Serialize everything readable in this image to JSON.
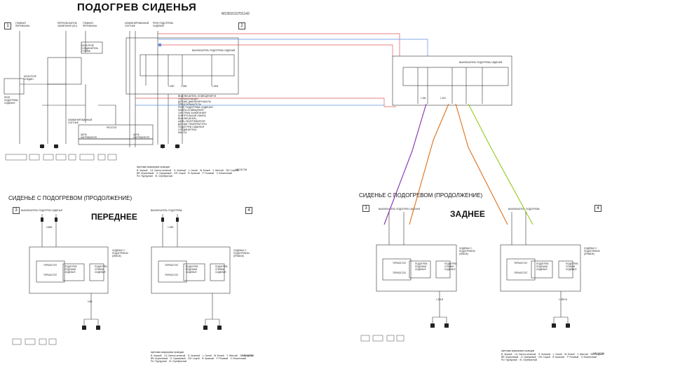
{
  "title": "ПОДОГРЕВ СИДЕНЬЯ",
  "doc_id": "M1901010701142",
  "page_numbers": [
    "1",
    "2",
    "3",
    "4",
    "3",
    "4"
  ],
  "section_left": "СИДЕНЬЕ С ПОДОГРЕВОМ (ПРОДОЛЖЕНИЕ)",
  "section_right": "СИДЕНЬЕ С ПОДОГРЕВОМ (ПРОДОЛЖЕНИЕ)",
  "label_front": "ПЕРЕДНЕЕ",
  "label_rear": "ЗАДНЕЕ",
  "labels": {
    "main_relay": "ГЛАВНАЯ\nПЕРЕМЫЧКА",
    "ign_switch": "ПЕРЕКЛЮЧАТЕЛЬ\nЗАЖИГАНИЯ (IG1)",
    "main_relay2": "ГЛАВНАЯ\nПЕРЕМЫЧКА",
    "combo_meter": "КОМБИНИРОВАННЫЙ\nСЧЕТЧИК",
    "seat_heater_relay": "РЕЛЕ ПОДОГРЕВА\nСИДЕНИЙ",
    "switch_top": "ВЫКЛЮЧАТЕЛЬ ПОДОГРЕВА СИДЕНИЙ",
    "switch_rear": "ВЫКЛЮЧАТЕЛЬ ПОДОГРЕВА СИДЕНИЙ",
    "relay_block": "БЛОК РЕЛЕ\nСОЕДИНИТЕЛЬ\nСТОЙКИ",
    "rheostat": "РЕОСТАТ",
    "dimmer": "ЦЕПЬ\nНАГРЕВАТЕЛЯ",
    "combo_meter2": "КОМБИНИРОВАННЫЙ\nСЧЕТЧИК",
    "thermostat": "ТЕРМОСТАТ",
    "heater_seat": "ПОДОГРЕВ\nПОДУШКИ\nСИДЕНЬЯ",
    "heater_back": "ПОДОГРЕВ\nСПИНКИ\nСИДЕНЬЯ",
    "seat_left": "СИДЕНЬЕ С\nПОДОГРЕВОМ\n(ЛЕВОЕ)",
    "seat_right": "СИДЕНЬЕ С\nПОДОГРЕВОМ\n(ПРАВОЕ)",
    "sw_a": "ВЫКЛЮЧАТЕЛЬ ПОДОГРЕВ СИДЕНЬЯ",
    "sw_b": "ВЫКЛЮЧАТЕЛЬ ПОДОГРЕВА",
    "relay_fuse": "БЛОК РЕЛЕ\nСОЕДИН.",
    "relay_seat": "РЕЛЕ\nПОДОГРЕВА\nСИДЕНЬЯ",
    "ecu": "ЦЕПЬ\nНАГРЕВАТЕЛЯ"
  },
  "wire_codes": [
    "1.25R",
    "1.25B",
    "1.25W",
    "1.25L",
    "1.25Y",
    "0.85B",
    "1.25B",
    "0.5B",
    "1.25LB",
    "1.25R-B"
  ],
  "legend": [
    "Цветовая маркировка проводов",
    "B: Черный    LG: Светло-зеленый    G: Зеленый    L: Синий    W: Белый    Y: Желтый    SB: Голубой",
    "BR: Коричневый    O: Оранжевый    GR: Серый    R: Красный    P: Розовый    V: Фиолетовый",
    "PU: Пурпурный    SI: Серебристый"
  ],
  "footer_codes": [
    "M8C3C706",
    "M8C3C706",
    "M8C3C706"
  ],
  "connector_list": [
    "ВЫКЛЮЧАТЕЛЬ ОСВЕЩЕНИЯ И СИГНАЛИЗАЦИИ",
    "ДАТЧИК ДАВЛЕНИЯ МАСЛА",
    "ПРЕДОХРАНИТЕЛЬ",
    "РЕЛЕ ПОДОГРЕВА СИДЕНЬЯ",
    "ЛАМПА ОСВЕЩЕНИЯ",
    "СИСТЕМА ЗАЖИГАНИЯ",
    "КОНТРОЛЬНАЯ ЛАМПА",
    "ВЫКЛЮЧАТЕЛЬ",
    "ЦЕПЬ ОБОГРЕВАТЕЛЯ",
    "ДАТЧИК ТЕМПЕРАТУРЫ",
    "ПОДОГРЕВ СИДЕНЬЯ",
    "СОЕДИНИТЕЛЬ",
    "МАССА"
  ],
  "colors": {
    "wire_violet": "#8a3fb3",
    "wire_orange": "#e07a2a",
    "wire_green": "#9ccc2a",
    "wire_red": "#e05a5a",
    "wire_blue": "#5b8fe0"
  }
}
